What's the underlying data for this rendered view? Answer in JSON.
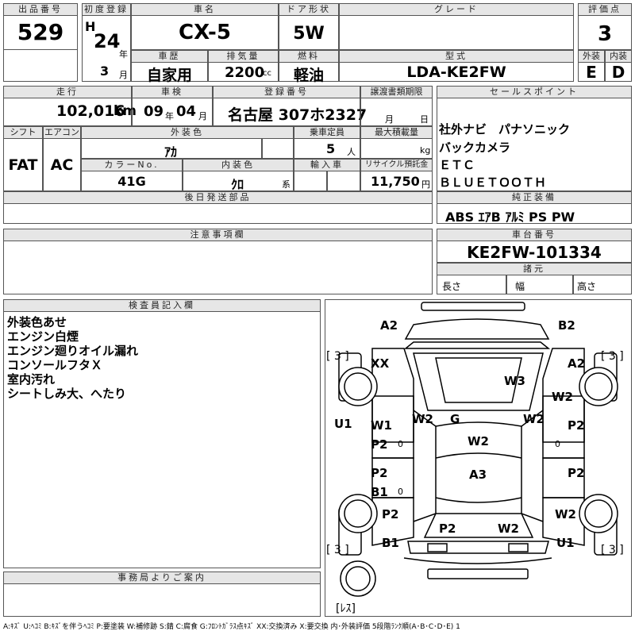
{
  "header": {
    "lot_label": "出品番号",
    "lot": "529",
    "first_reg_label": "初度登録",
    "era": "H",
    "year": "24",
    "year_unit": "年",
    "month": "3",
    "month_unit": "月",
    "car_name_label": "車名",
    "car_name": "CX-5",
    "door_label": "ドア形状",
    "door": "5W",
    "grade_label": "グレード",
    "grade": "",
    "score_label": "評価点",
    "score": "3",
    "history_label": "車歴",
    "history": "自家用",
    "displacement_label": "排気量",
    "displacement": "2200",
    "displacement_unit": "cc",
    "fuel_label": "燃料",
    "fuel": "軽油",
    "model_label": "型式",
    "model": "LDA-KE2FW",
    "exterior_label": "外装",
    "exterior": "E",
    "interior_label": "内装",
    "interior": "D"
  },
  "row2": {
    "mileage_label": "走行",
    "mileage": "102,016",
    "mileage_unit": "km",
    "inspection_label": "車検",
    "insp_year": "09",
    "insp_year_unit": "年",
    "insp_month": "04",
    "insp_month_unit": "月",
    "plate_label": "登録番号",
    "plate": "名古屋 307ホ2327",
    "transfer_label": "譲渡書類期限",
    "transfer_month": "月",
    "transfer_day": "日",
    "shift_label": "シフト",
    "shift": "FAT",
    "aircon_label": "エアコン",
    "aircon": "AC",
    "color_label": "外装色",
    "color": "ｱｶ",
    "capacity_label": "乗車定員",
    "capacity": "5",
    "capacity_unit": "人",
    "load_label": "最大積載量",
    "load_unit": "kg",
    "color_no_label": "カラーNo.",
    "color_no": "41G",
    "int_color_label": "内装色",
    "int_color": "ｸﾛ",
    "int_color_unit": "系",
    "import_label": "輸入車",
    "recycle_label": "リサイクル預託金",
    "recycle": "11,750",
    "recycle_unit": "円",
    "later_label": "後日発送部品"
  },
  "sales": {
    "label": "セールスポイント",
    "lines": [
      "社外ナビ　パナソニック",
      "バックカメラ",
      "ＥＴＣ",
      "ＢＬＵＥＴＯＯＴＨ"
    ]
  },
  "equipment": {
    "label": "純正装備",
    "items": "ABS ｴｱB ｱﾙﾐ PS PW"
  },
  "notes": {
    "label": "注意事項欄"
  },
  "chassis": {
    "label": "車台番号",
    "value": "KE2FW-101334",
    "dims_label": "諸元",
    "length": "長さ",
    "width": "幅",
    "height": "高さ"
  },
  "inspector": {
    "label": "検査員記入欄",
    "lines": [
      "外装色あせ",
      "エンジン白煙",
      "エンジン廻りオイル漏れ",
      "コンソールフタＸ",
      "室内汚れ",
      "シートしみ大、へたり"
    ]
  },
  "office": {
    "label": "事務局よりご案内"
  },
  "diagram": {
    "marks": {
      "a2_tl": "A2",
      "b2_tr": "B2",
      "xx": "XX",
      "a2_r": "A2",
      "w3": "W3",
      "w2_r": "W2",
      "u1_l": "U1",
      "w1": "W1",
      "w2_hl": "W2",
      "g": "G",
      "w2_hr": "W2",
      "p2_r": "P2",
      "p2_l": "P2",
      "zero_l": "0",
      "w2_c": "W2",
      "zero_r": "0",
      "p2_l2": "P2",
      "a3": "A3",
      "p2_r2": "P2",
      "b1": "B1",
      "zero_b": "0",
      "p2_l3": "P2",
      "w2_r2": "W2",
      "p2_c": "P2",
      "w2_c2": "W2",
      "b1_b": "B1",
      "u1_r": "U1"
    },
    "tire_fl": "[ 3 ]",
    "tire_fr": "[ 3 ]",
    "tire_rl": "[ 3 ]",
    "tire_rr": "[ 3 ]",
    "spare": "[ﾚｽ]"
  },
  "legend": "A:ｷｽﾞ U:ﾍｺﾐ B:ｷｽﾞを伴うﾍｺﾐ P:要塗装 W:補修跡 S:錆 C:腐食 G:ﾌﾛﾝﾄｶﾞﾗｽ点ｷｽﾞ XX:交換済み X:要交換 内･外装評価 5段階ﾗﾝｸ順(A･B･C･D･E) 1"
}
